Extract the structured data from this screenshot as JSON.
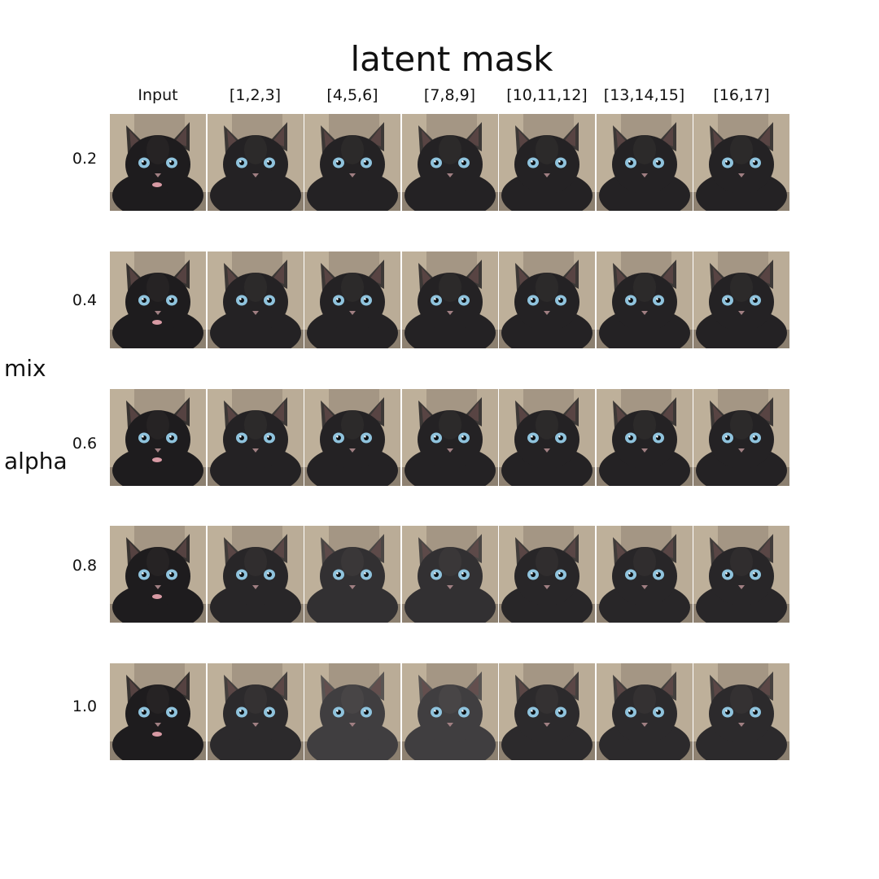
{
  "figure": {
    "title": "latent mask",
    "y_axis_label": {
      "line1": "mix",
      "line2": "alpha"
    }
  },
  "columns": [
    "Input",
    "[1,2,3]",
    "[4,5,6]",
    "[7,8,9]",
    "[10,11,12]",
    "[13,14,15]",
    "[16,17]"
  ],
  "rows": [
    "0.2",
    "0.4",
    "0.6",
    "0.8",
    "1.0"
  ],
  "image_subject": "black-kitten",
  "colors": {
    "background": "#ffffff",
    "text": "#111111",
    "fur_dark": "#1f1e22",
    "fur_mid": "#3a3634",
    "eye": "#8fc3dd",
    "blanket": "#a79a86"
  }
}
